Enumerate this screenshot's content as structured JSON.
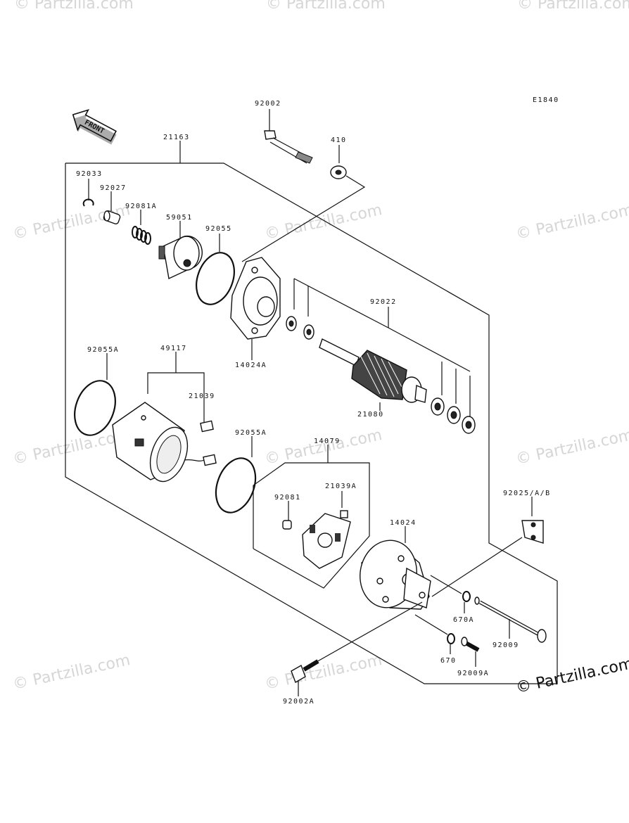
{
  "diagram_code": "E1840",
  "front_label": "FRONT",
  "watermark_text": "© Partzilla.com",
  "parts": {
    "p92002": "92002",
    "p410": "410",
    "p21163": "21163",
    "p92033": "92033",
    "p92027": "92027",
    "p92081A": "92081A",
    "p59051": "59051",
    "p92055": "92055",
    "p92022": "92022",
    "p14024A": "14024A",
    "p92055A_1": "92055A",
    "p49117": "49117",
    "p21039": "21039",
    "p21080": "21080",
    "p92055A_2": "92055A",
    "p14079": "14079",
    "p92081": "92081",
    "p21039A": "21039A",
    "p92025": "92025/A/B",
    "p14024": "14024",
    "p670A": "670A",
    "p670": "670",
    "p92009": "92009",
    "p92009A": "92009A",
    "p92002A": "92002A"
  }
}
